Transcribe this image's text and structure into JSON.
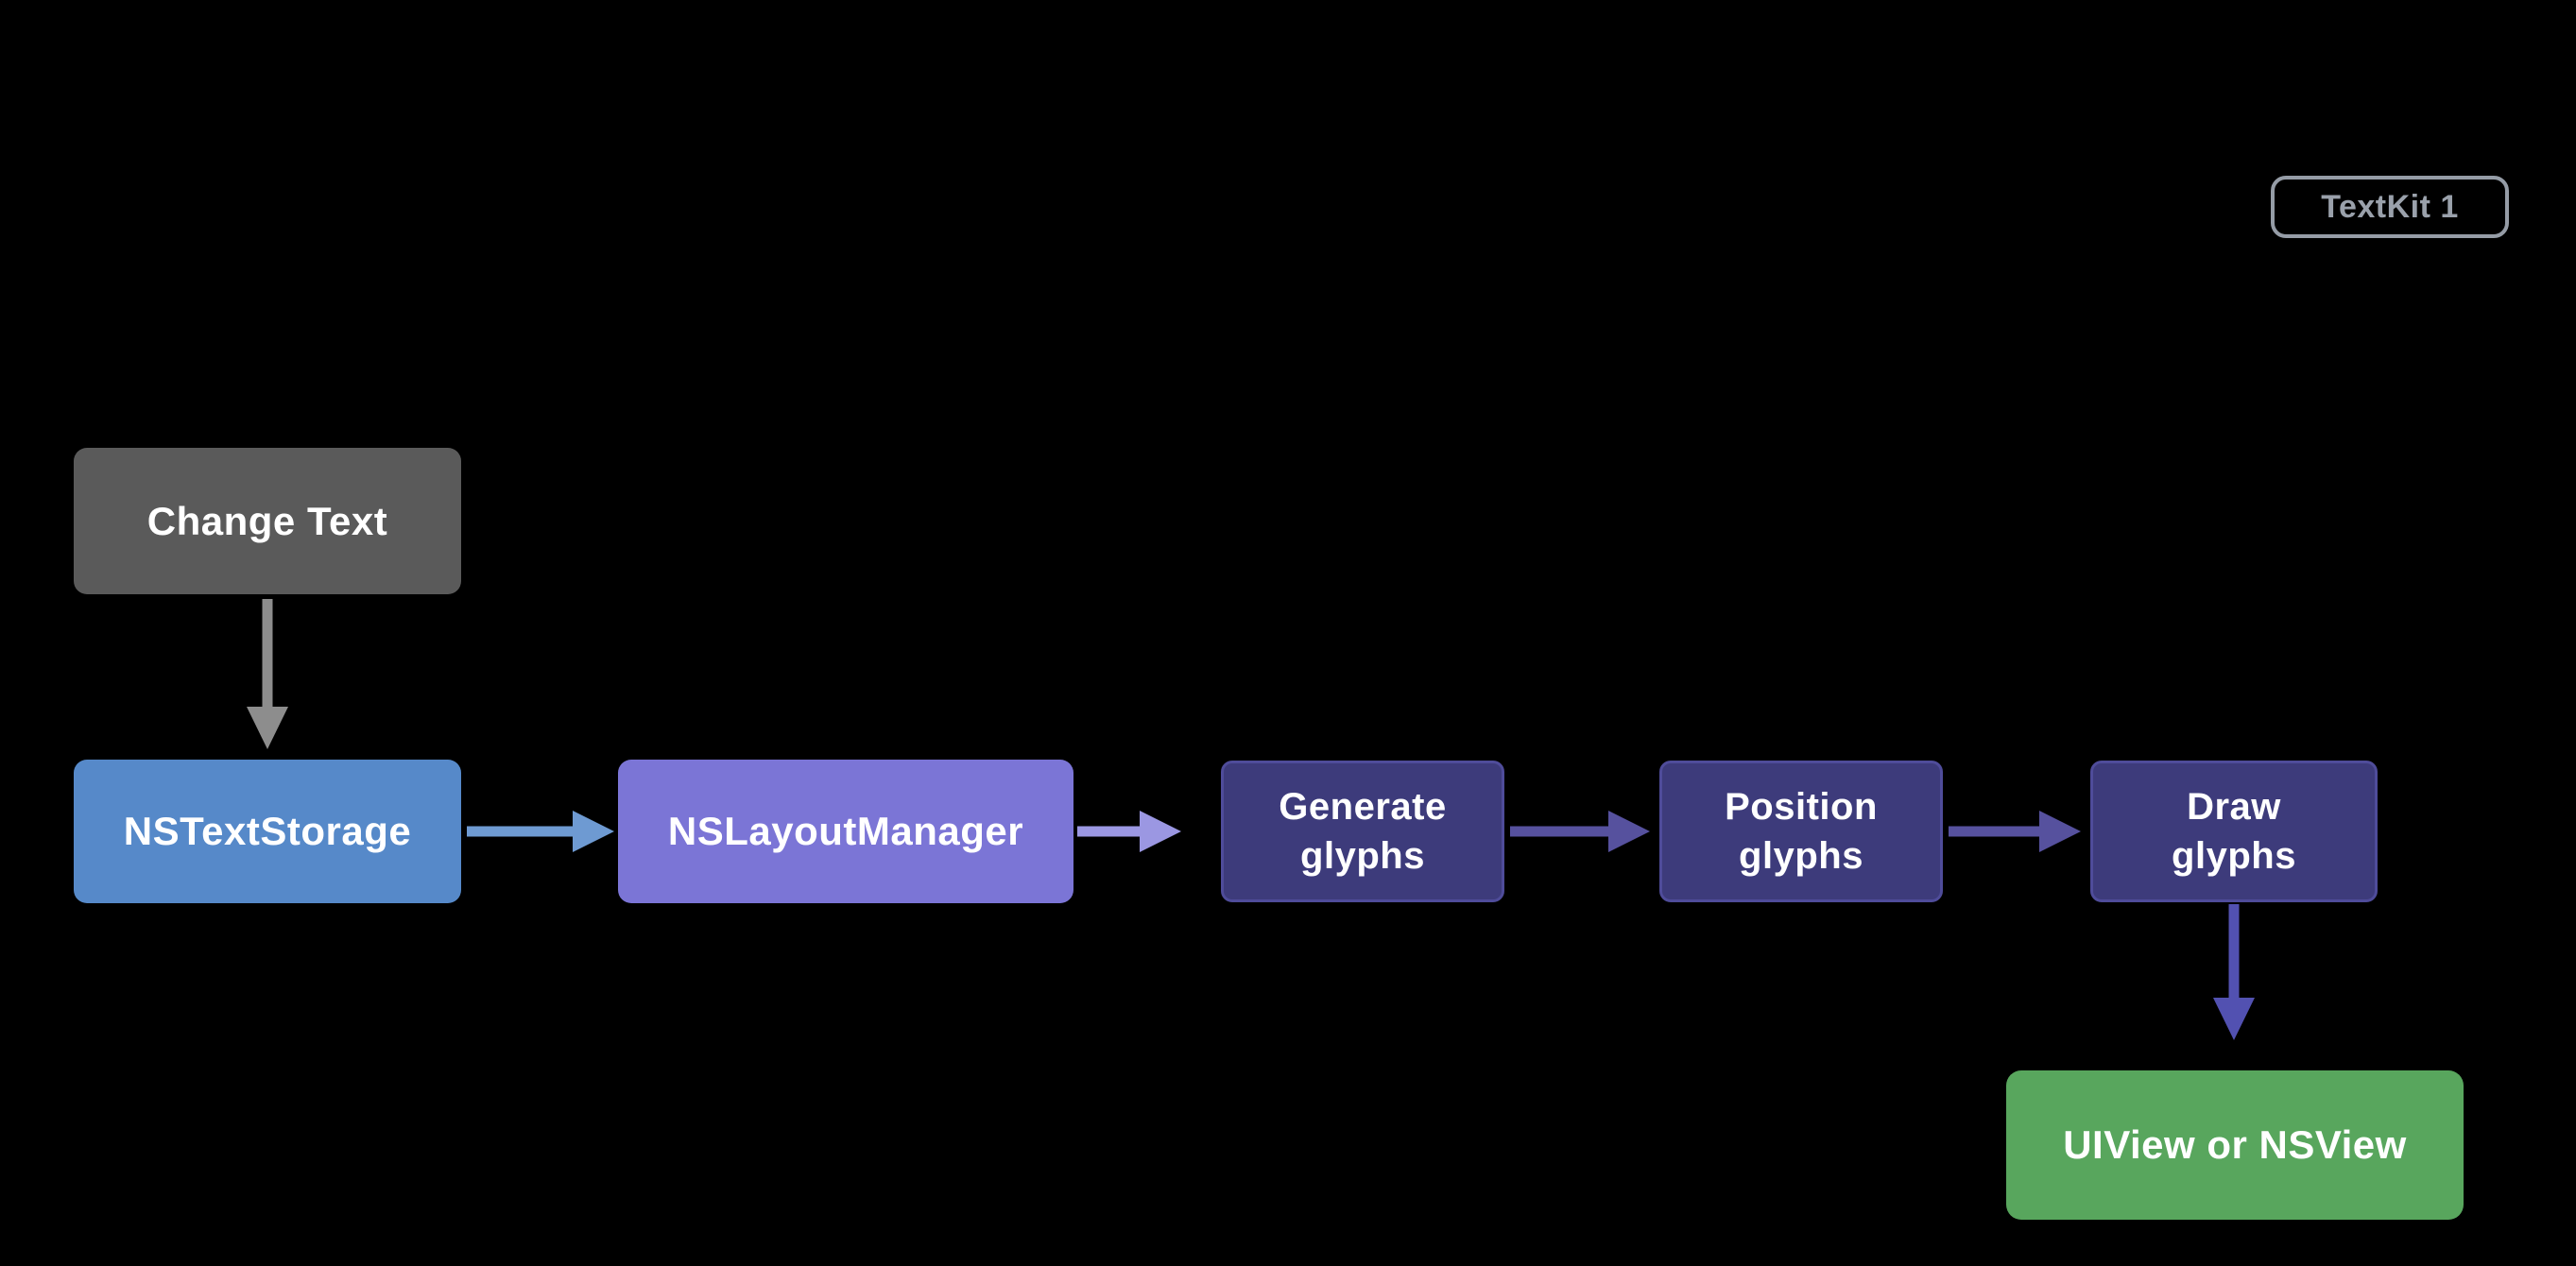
{
  "badge": {
    "label": "TextKit 1",
    "text_color": "#9aa1ab",
    "border_color": "#959ca6"
  },
  "nodes": [
    {
      "id": "change-text",
      "label": "Change Text",
      "color": "#5a5a5a",
      "text_color": "#ffffff"
    },
    {
      "id": "nstextstorage",
      "label": "NSTextStorage",
      "color": "#5689c9",
      "text_color": "#ffffff"
    },
    {
      "id": "nslayoutmanager",
      "label": "NSLayoutManager",
      "color": "#7b75d6",
      "text_color": "#ffffff"
    },
    {
      "id": "generate-glyphs",
      "label": "Generate glyphs",
      "color": "#3d3b7b",
      "border_color": "#4f4c9a",
      "text_color": "#ffffff"
    },
    {
      "id": "position-glyphs",
      "label": "Position glyphs",
      "color": "#3d3b7b",
      "border_color": "#4f4c9a",
      "text_color": "#ffffff"
    },
    {
      "id": "draw-glyphs",
      "label": "Draw glyphs",
      "color": "#3d3b7b",
      "border_color": "#4f4c9a",
      "text_color": "#ffffff"
    },
    {
      "id": "uiview-or-nsview",
      "label": "UIView or NSView",
      "color": "#58a65d",
      "text_color": "#ffffff"
    }
  ],
  "edges": [
    {
      "from": "change-text",
      "to": "nstextstorage",
      "color": "#8d8d8d"
    },
    {
      "from": "nstextstorage",
      "to": "nslayoutmanager",
      "color": "#6e9ad2"
    },
    {
      "from": "nslayoutmanager",
      "to": "generate-glyphs",
      "color": "#9b97e2"
    },
    {
      "from": "generate-glyphs",
      "to": "position-glyphs",
      "color": "#56519e"
    },
    {
      "from": "position-glyphs",
      "to": "draw-glyphs",
      "color": "#56519e"
    },
    {
      "from": "draw-glyphs",
      "to": "uiview-or-nsview",
      "color": "#5251b1"
    }
  ],
  "background_color": "#000000"
}
